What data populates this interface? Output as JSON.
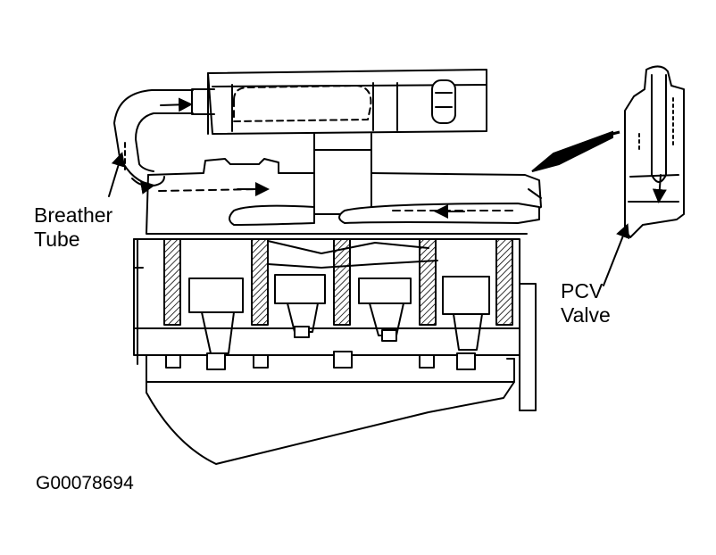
{
  "labels": {
    "breather_tube_line1": "Breather",
    "breather_tube_line2": "Tube",
    "pcv_valve_line1": "PCV",
    "pcv_valve_line2": "Valve",
    "figure_id": "G00078694"
  },
  "colors": {
    "ink": "#000000",
    "paper": "#ffffff",
    "hatch": "#555555"
  },
  "icons": {
    "pointer_big": "black-wedge-arrow",
    "pointer_small": "thin-arrow"
  }
}
